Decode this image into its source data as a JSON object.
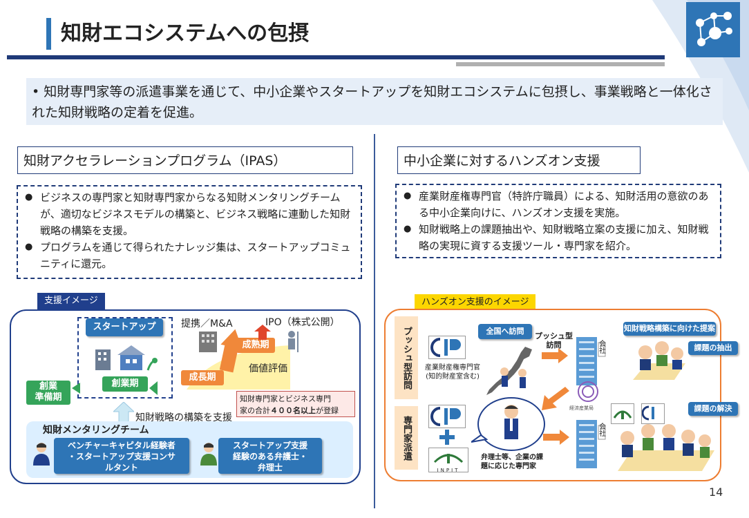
{
  "header": {
    "title": "知財エコシステムへの包摂"
  },
  "intro": {
    "text": "• 知財専門家等の派遣事業を通じて、中小企業やスタートアップを知財エコシステムに包摂し、事業戦略と一体化された知財戦略の定着を促進。"
  },
  "left": {
    "section_title": "知財アクセラレーションプログラム（IPAS）",
    "bullets": [
      "ビジネスの専門家と知財専門家からなる知財メンタリングチームが、適切なビジネスモデルの構築と、ビジネス戦略に連動した知財戦略の構築を支援。",
      "プログラムを通じて得られたナレッジ集は、スタートアップコミュニティに還元。"
    ],
    "diagram": {
      "tag": "支援イメージ",
      "startup": "スタートアップ",
      "pre_stage": "創業\n準備期",
      "founding": "創業期",
      "growth": "成長期",
      "mature": "成熟期",
      "alliance": "提携／M&A",
      "ipo": "IPO（株式公開）",
      "value": "価値評価",
      "support_arrow": "知財戦略の構築を支援",
      "callout_line1": "知財専門家とビジネス専門",
      "callout_line2_pre": "家の合計",
      "callout_bold": "４００名以上",
      "callout_line2_post": "が登録",
      "team_title": "知財メンタリングチーム",
      "member1": "ベンチャーキャピタル経験者\n・スタートアップ支援コンサ\nルタント",
      "member2": "スタートアップ支援\n経験のある弁護士・\n弁理士"
    }
  },
  "right": {
    "section_title": "中小企業に対するハンズオン支援",
    "bullets": [
      "産業財産権専門官（特許庁職員）による、知財活用の意欲のある中小企業向けに、ハンズオン支援を実施。",
      "知財戦略上の課題抽出や、知財戦略立案の支援に加え、知財戦略の実現に資する支援ツール・専門家を紹介。"
    ],
    "diagram": {
      "tag": "ハンズオン支援のイメージ",
      "push_label": "プッシュ型訪問",
      "expert_label": "専門家派遣",
      "nationwide": "全国へ訪問",
      "push_visit": "プッシュ型\n訪問",
      "officer": "産業財産権専門官\n(知的財産室含む)",
      "proposal": "知財戦略構築に向けた提案",
      "extraction": "課題の抽出",
      "solution": "課題の解決",
      "company": "会社",
      "experts": "弁理士等、企業の課\n題に応じた専門家",
      "jpo_logo_text": "JPO",
      "inpit_logo_text": "INPIT",
      "middle_logo_caption": "経済産業局"
    }
  },
  "footer": {
    "page_number": "14"
  },
  "colors": {
    "navy": "#1f3a78",
    "accent_blue": "#2e75b6",
    "orange": "#ed7d31",
    "yellow": "#fcd600",
    "green": "#35a45a"
  }
}
